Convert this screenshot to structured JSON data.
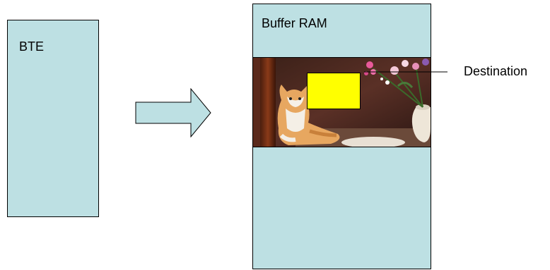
{
  "bte": {
    "label": "BTE",
    "fill": "#bde0e3"
  },
  "buffer_ram": {
    "label": "Buffer RAM",
    "fill": "#bde0e3"
  },
  "destination": {
    "label": "Destination",
    "fill": "#ffff00"
  },
  "arrow": {
    "fill": "#bde0e3"
  },
  "photo": {
    "subject": "cat-with-flowers-photo"
  }
}
